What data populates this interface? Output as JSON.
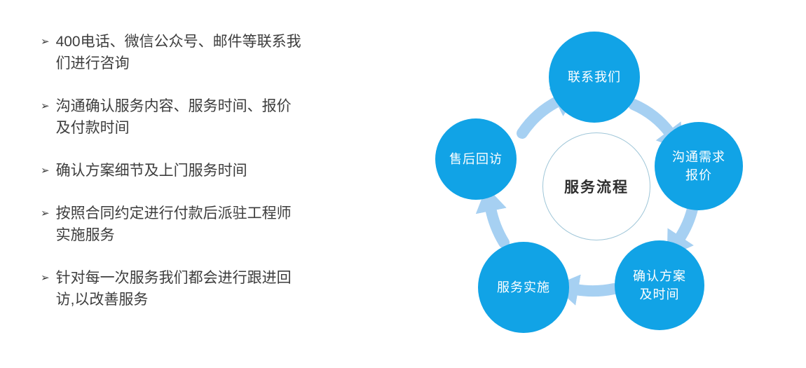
{
  "colors": {
    "background": "#ffffff",
    "node_blue": "#11a3e6",
    "arrow_blue": "#a6d0f2",
    "text_dark": "#3d3d3d",
    "center_border": "#9fc6d8"
  },
  "steps": {
    "bullet": "➢",
    "items": [
      "400电话、微信公众号、邮件等联系我们进行咨询",
      "沟通确认服务内容、服务时间、报价及付款时间",
      "确认方案细节及上门服务时间",
      "按照合同约定进行付款后派驻工程师实施服务",
      "针对每一次服务我们都会进行跟进回访,以改善服务"
    ]
  },
  "diagram": {
    "center_label": "服务流程",
    "nodes": [
      {
        "id": "contact",
        "lines": [
          "联系我们"
        ]
      },
      {
        "id": "quote",
        "lines": [
          "沟通需求",
          "报价"
        ]
      },
      {
        "id": "confirm",
        "lines": [
          "确认方案",
          "及时间"
        ]
      },
      {
        "id": "implement",
        "lines": [
          "服务实施"
        ]
      },
      {
        "id": "followup",
        "lines": [
          "售后回访"
        ]
      }
    ]
  }
}
